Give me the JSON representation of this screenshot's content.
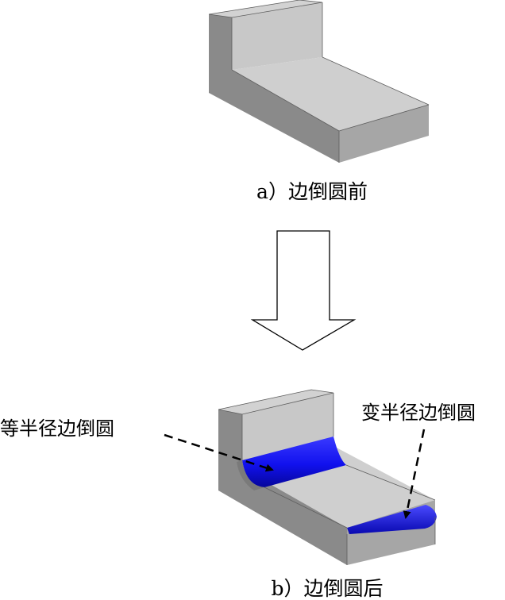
{
  "figure_a": {
    "caption": "a）边倒圆前"
  },
  "figure_b": {
    "caption": "b）边倒圆后",
    "label_constant": "等半径边倒圆",
    "label_variable": "变半径边倒圆"
  },
  "colors": {
    "face_top": "#cfcfcf",
    "face_left": "#8a8a8a",
    "face_front": "#a8a8a8",
    "fillet_blue": "#1111ee"
  }
}
